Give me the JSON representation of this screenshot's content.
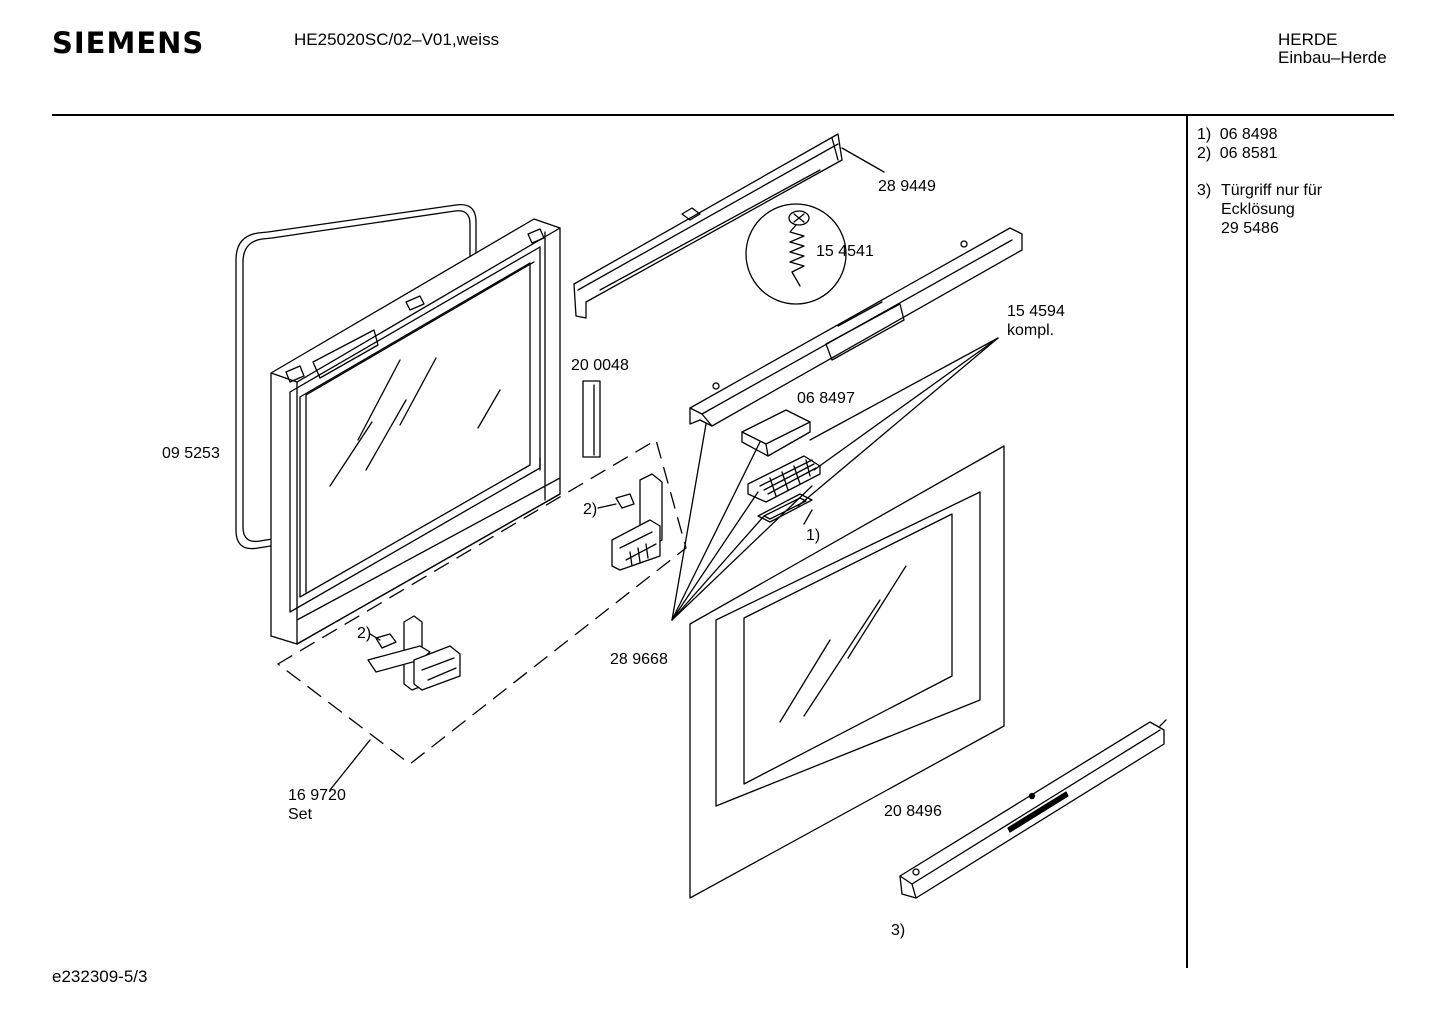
{
  "header": {
    "brand": "SIEMENS",
    "model": "HE25020SC/02–V01,weiss",
    "category_line1": "HERDE",
    "category_line2": "Einbau–Herde"
  },
  "notes": [
    {
      "marker": "1)",
      "text": "06 8498"
    },
    {
      "marker": "2)",
      "text": "06 8581"
    },
    {
      "marker": "3)",
      "lines": [
        "Türgriff nur für",
        "Ecklösung",
        "29 5486"
      ]
    }
  ],
  "parts": {
    "seal": "09 5253",
    "frame_strip": "28 9449",
    "screw": "15 4541",
    "trim_kit_line1": "15 4594",
    "trim_kit_line2": "kompl.",
    "insert": "20 0048",
    "clip": "06 8497",
    "hinge_note_a": "2)",
    "hinge_note_b": "2)",
    "vent_note": "1)",
    "frame_assembly": "28 9668",
    "hinge_set_line1": "16 9720",
    "hinge_set_line2": "Set",
    "outer_glass": "20 8496",
    "handle_note": "3)"
  },
  "footer": {
    "drawing_id": "e232309-5/3"
  }
}
